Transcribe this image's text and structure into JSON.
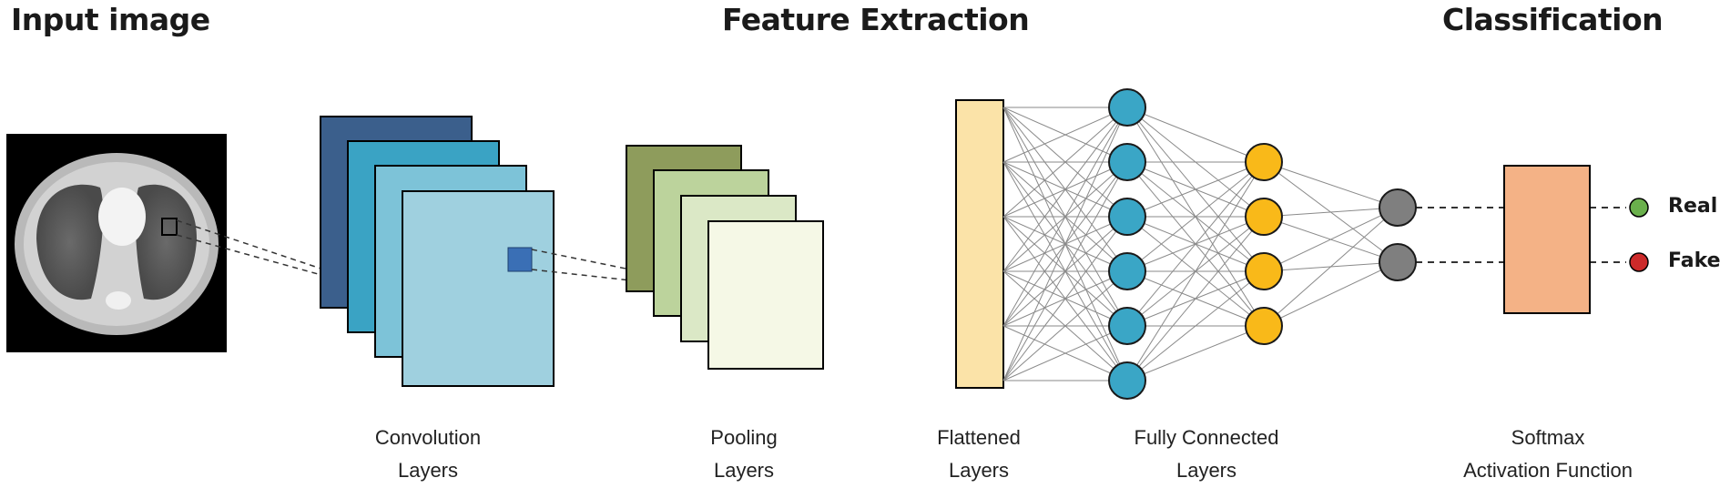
{
  "headings": {
    "input": "Input image",
    "feature": "Feature Extraction",
    "classification": "Classification"
  },
  "captions": {
    "convolution": [
      "Convolution",
      "Layers"
    ],
    "pooling": [
      "Pooling",
      "Layers"
    ],
    "flattened": [
      "Flattened",
      "Layers"
    ],
    "fully_connected": [
      "Fully Connected",
      "Layers"
    ],
    "softmax": [
      "Softmax",
      "Activation Function"
    ]
  },
  "outputs": {
    "real": "Real",
    "fake": "Fake"
  },
  "network": {
    "fc1_nodes": 6,
    "fc2_nodes": 4,
    "output_nodes": 2
  },
  "colors": {
    "conv": [
      "#3b5f8c",
      "#3aa3c4",
      "#7dc3d8",
      "#9fd0df"
    ],
    "pool": [
      "#8e9c5c",
      "#bcd39c",
      "#dbe8c6",
      "#f5f8e6"
    ],
    "flatten": "#fbe3a8",
    "fc1": "#3aa6c6",
    "fc2": "#f9b919",
    "output_node": "#7f7f7f",
    "softmax": "#f4b286",
    "real": "#6ab04c",
    "fake": "#cc2a2a",
    "patch": "#3a6fb5"
  }
}
